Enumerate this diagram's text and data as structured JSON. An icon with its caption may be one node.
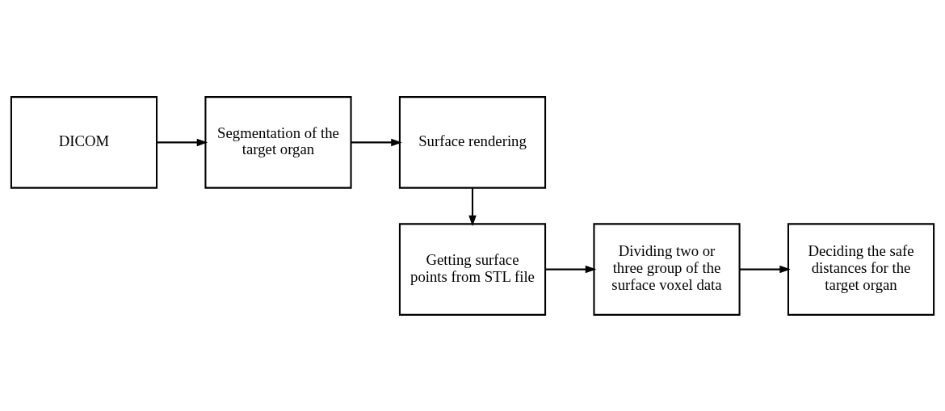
{
  "diagram": {
    "nodes": [
      {
        "text": [
          "DICOM"
        ]
      },
      {
        "text": [
          "Segmentation of the target organ"
        ]
      },
      {
        "text": [
          "Surface rendering"
        ]
      },
      {
        "text": [
          "Getting surface points from STL file"
        ]
      },
      {
        "text": [
          "Dividing two or three group of the surface voxel data"
        ]
      },
      {
        "text": [
          "Deciding the safe distances for the target organ"
        ]
      }
    ],
    "edges": [
      {
        "from": 0,
        "to": 1,
        "arrow": "to"
      },
      {
        "from": 1,
        "to": 2,
        "arrow": "to"
      },
      {
        "from": 2,
        "to": 3,
        "arrow": "to"
      },
      {
        "from": 3,
        "to": 4,
        "arrow": "to"
      },
      {
        "from": 4,
        "to": 5,
        "arrow": "to"
      }
    ]
  }
}
